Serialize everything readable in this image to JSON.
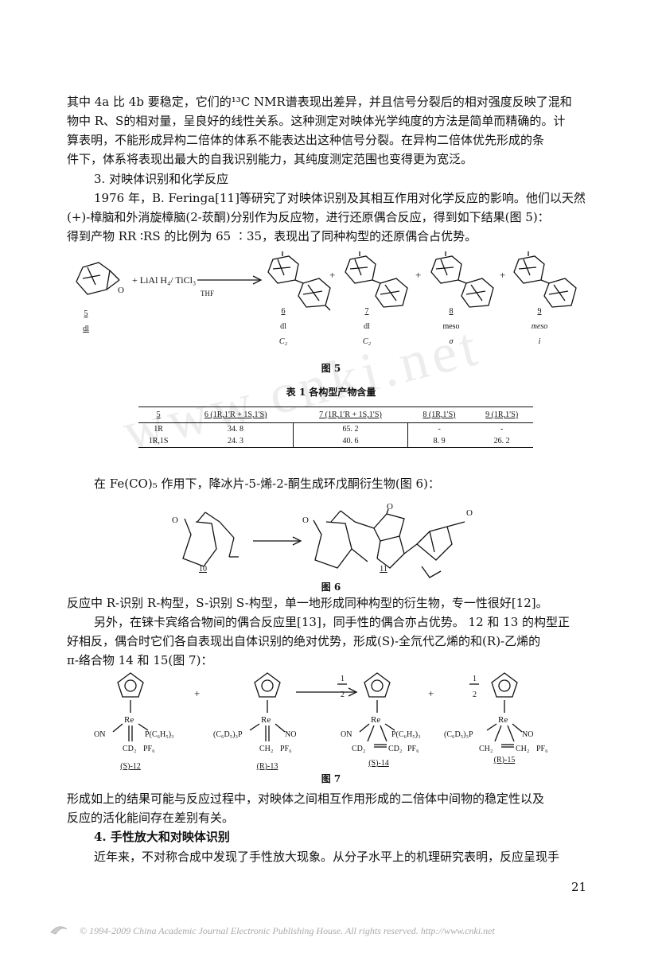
{
  "paragraphs": {
    "p1_l1": "其中 4a 比 4b 要稳定，它们的¹³C NMR谱表现出差异，并且信号分裂后的相对强度反映了混和",
    "p1_l2": "物中 R、S的相对量，呈良好的线性关系。这种测定对映体光学纯度的方法是简单而精确的。计",
    "p1_l3": "算表明，不能形成异构二倍体的体系不能表达出这种信号分裂。在异构二倍体优先形成的条",
    "p1_l4": "件下，体系将表现出最大的自我识别能力，其纯度测定范围也变得更为宽泛。",
    "s3_heading": "3.   对映体识别和化学反应",
    "p2_l1": "1976 年，B. Feringa[11]等研究了对映体识别及其相互作用对化学反应的影响。他们以天然",
    "p2_l2": "(+)-樟脑和外消旋樟脑(2-莰酮)分别作为反应物，进行还原偶合反应，得到如下结果(图 5)：",
    "p2_l3": "得到产物 RR ∶RS 的比例为 65 ∶35，表现出了同种构型的还原偶合占优势。",
    "p3": "在 Fe(CO)₅ 作用下，降冰片-5-烯-2-酮生成环戊酮衍生物(图 6)：",
    "p4": "反应中 R-识别 R-构型，S-识别 S-构型，单一地形成同种构型的衍生物，专一性很好[12]。",
    "p5_l1": "另外，在铼卡宾络合物间的偶合反应里[13]，同手性的偶合亦占优势。 12 和 13 的构型正",
    "p5_l2": "好相反，偶合时它们各自表现出自体识别的绝对优势，形成(S)-全氘代乙烯的和(R)-乙烯的",
    "p5_l3": "π-络合物 14 和 15(图 7)：",
    "p6_l1": "形成如上的结果可能与反应过程中，对映体之间相互作用形成的二倍体中间物的稳定性以及",
    "p6_l2": "反应的活化能间存在差别有关。",
    "s4_heading": "4.   手性放大和对映体识别",
    "p7_l1": "近年来，不对称合成中发现了手性放大现象。从分子水平上的机理研究表明，反应呈现手"
  },
  "figure5": {
    "reagent": "+ LiAl H₄/ TiCl₃",
    "solvent": "THF",
    "o_label": "O",
    "plus": "+",
    "compounds": [
      {
        "num": "5",
        "form": "dl",
        "sym": ""
      },
      {
        "num": "6",
        "form": "dl",
        "sym": "C₂"
      },
      {
        "num": "7",
        "form": "dl",
        "sym": "C₂"
      },
      {
        "num": "8",
        "form": "meso",
        "sym": "σ"
      },
      {
        "num": "9",
        "form": "meso",
        "sym": "i"
      }
    ],
    "caption": "图   5"
  },
  "table1": {
    "caption": "表 1   各构型产物含量",
    "headers": [
      "5",
      "6 (1R,1′R + 1S,1′S)",
      "7 (1R,1′R + 1S,1′S)",
      "8 (1R,1′S)",
      "9 (1R,1′S)"
    ],
    "rows": [
      [
        "1R",
        "34. 8",
        "65. 2",
        "-",
        "-"
      ],
      [
        "1R,1S",
        "24. 3",
        "40. 6",
        "8. 9",
        "26. 2"
      ]
    ]
  },
  "figure6": {
    "o1": "O",
    "o2": "O",
    "o3": "O",
    "o4": "O",
    "num_left": "10",
    "num_right": "11",
    "caption": "图   6"
  },
  "figure7": {
    "re": "Re",
    "on": "ON",
    "no": "NO",
    "pph3": "P(C₆H₅)₃",
    "pph3_left": "(C₆D₅)₃P",
    "cd2": "CD₂",
    "ch2": "CH₂",
    "pf6": "PF₆",
    "half": "2",
    "one": "1",
    "plus": "+",
    "labels": [
      "(S)-12",
      "(R)-13",
      "(S)-14",
      "(R)-15"
    ],
    "caption": "图   7"
  },
  "page_number": "21",
  "watermark": "www.cnki.net",
  "footer": "© 1994-2009 China Academic Journal Electronic Publishing House. All rights reserved.    http://www.cnki.net"
}
